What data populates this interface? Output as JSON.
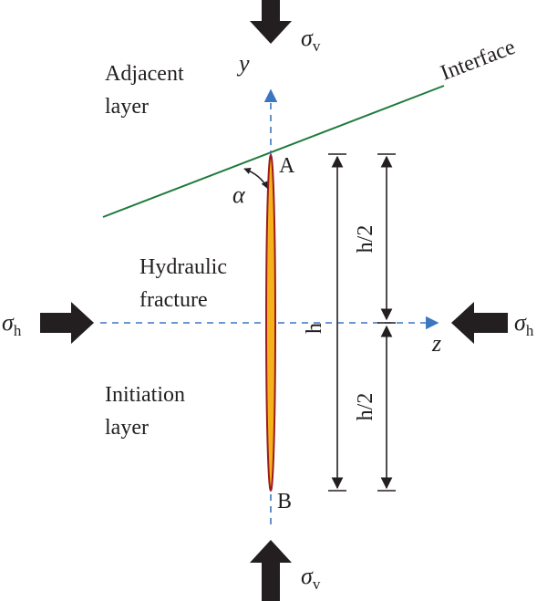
{
  "labels": {
    "adjacent_line1": "Adjacent",
    "adjacent_line2": "layer",
    "interface": "Interface",
    "hydraulic_line1": "Hydraulic",
    "hydraulic_line2": "fracture",
    "initiation_line1": "Initiation",
    "initiation_line2": "layer",
    "point_a": "A",
    "point_b": "B",
    "alpha": "α",
    "axis_y": "y",
    "axis_z": "z",
    "dim_h": "h",
    "dim_half_top": "h/2",
    "dim_half_bottom": "h/2",
    "sigma": "σ",
    "sub_v": "v",
    "sub_h": "h"
  },
  "colors": {
    "text": "#231f20",
    "arrow": "#231f20",
    "axis": "#3b76c0",
    "interface": "#1f7a3c",
    "fracture_fill": "#f6b21b",
    "fracture_edge": "#9b1b1f"
  }
}
